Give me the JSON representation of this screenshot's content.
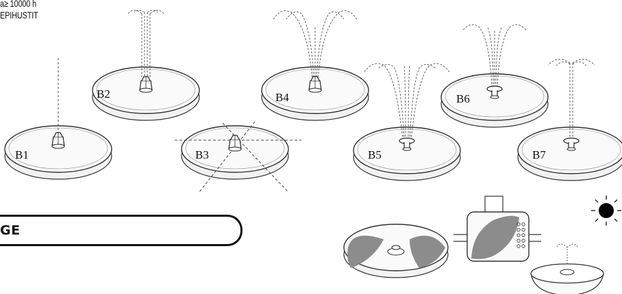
{
  "header": {
    "line1": "a≥ 10000 h",
    "line2": "EPIHUSTIT"
  },
  "nozzles": [
    {
      "id": "B1",
      "label": "B1"
    },
    {
      "id": "B2",
      "label": "B2"
    },
    {
      "id": "B3",
      "label": "B3"
    },
    {
      "id": "B4",
      "label": "B4"
    },
    {
      "id": "B5",
      "label": "B5"
    },
    {
      "id": "B6",
      "label": "B6"
    },
    {
      "id": "B7",
      "label": "B7"
    }
  ],
  "section": {
    "title": "GE"
  },
  "icons": {
    "sun": "sun-icon",
    "fountain_panel": "solar-panel-illustration"
  }
}
